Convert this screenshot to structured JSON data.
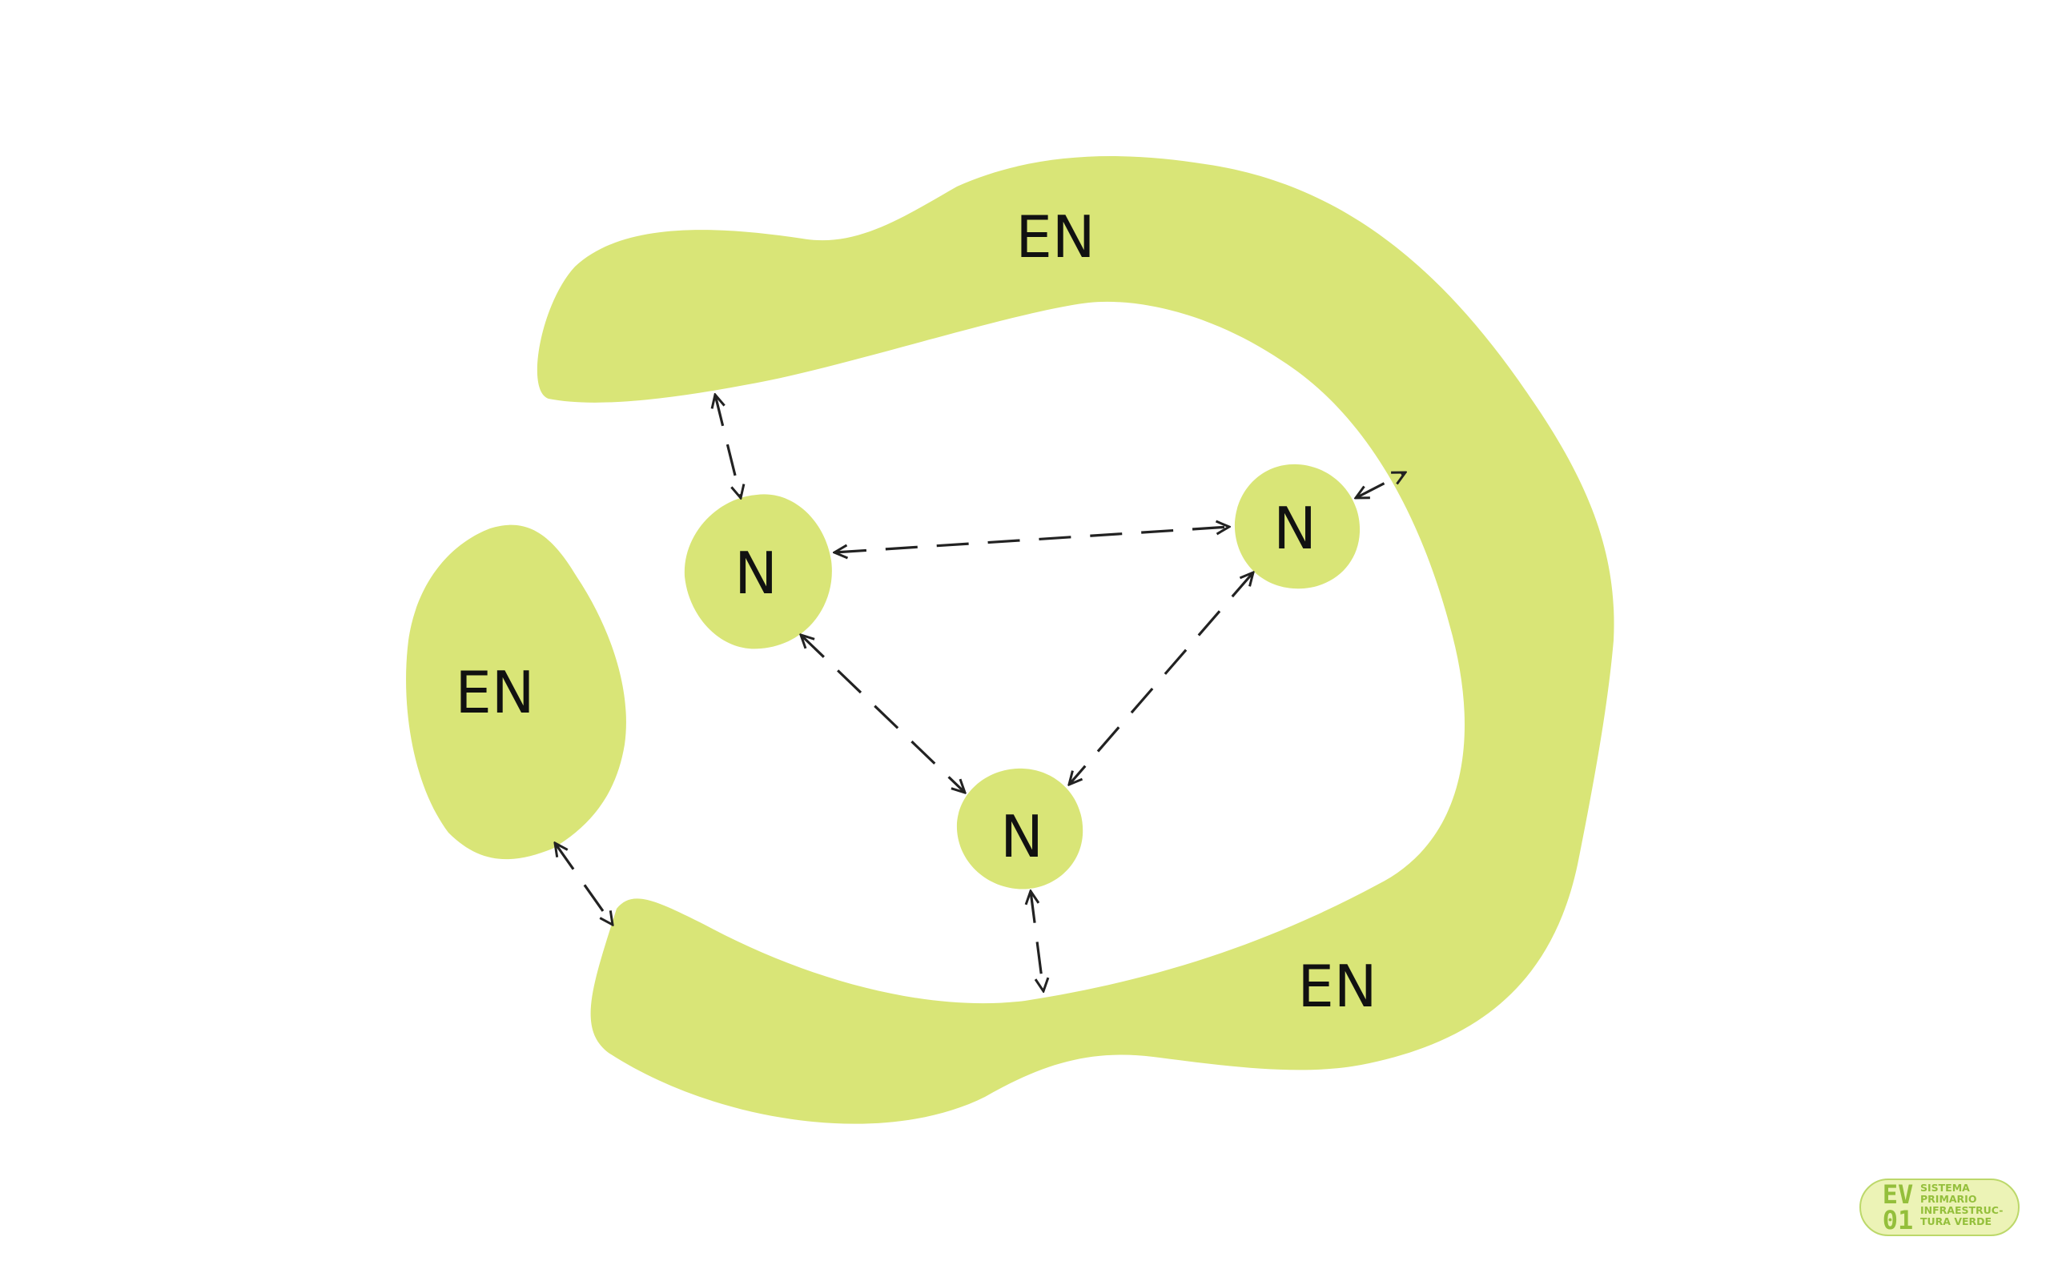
{
  "colors": {
    "background": "#ffffff",
    "patch": "#d9e577",
    "badge_fill": "#ecf3b6",
    "badge_text": "#94bf3b",
    "connector": "#222222"
  },
  "diagram": {
    "regions": {
      "en_top": "EN",
      "en_left": "EN",
      "en_bottom": "EN"
    },
    "nodes": {
      "n_left": "N",
      "n_right": "N",
      "n_center": "N"
    },
    "connections": [
      {
        "from": "en_top",
        "to": "n_left",
        "style": "dashed",
        "direction": "both"
      },
      {
        "from": "n_left",
        "to": "n_right",
        "style": "dashed",
        "direction": "both"
      },
      {
        "from": "n_right",
        "to": "en_top",
        "style": "dashed",
        "direction": "both"
      },
      {
        "from": "n_left",
        "to": "n_center",
        "style": "dashed",
        "direction": "both"
      },
      {
        "from": "n_right",
        "to": "n_center",
        "style": "dashed",
        "direction": "both"
      },
      {
        "from": "n_center",
        "to": "en_bottom",
        "style": "dashed",
        "direction": "both"
      },
      {
        "from": "en_left",
        "to": "en_bottom",
        "style": "dashed",
        "direction": "both"
      }
    ]
  },
  "badge": {
    "code_line1": "EV",
    "code_line2": "01",
    "text_line1": "SISTEMA",
    "text_line2": "PRIMARIO",
    "text_line3": "INFRAESTRUC-",
    "text_line4": "TURA VERDE"
  }
}
